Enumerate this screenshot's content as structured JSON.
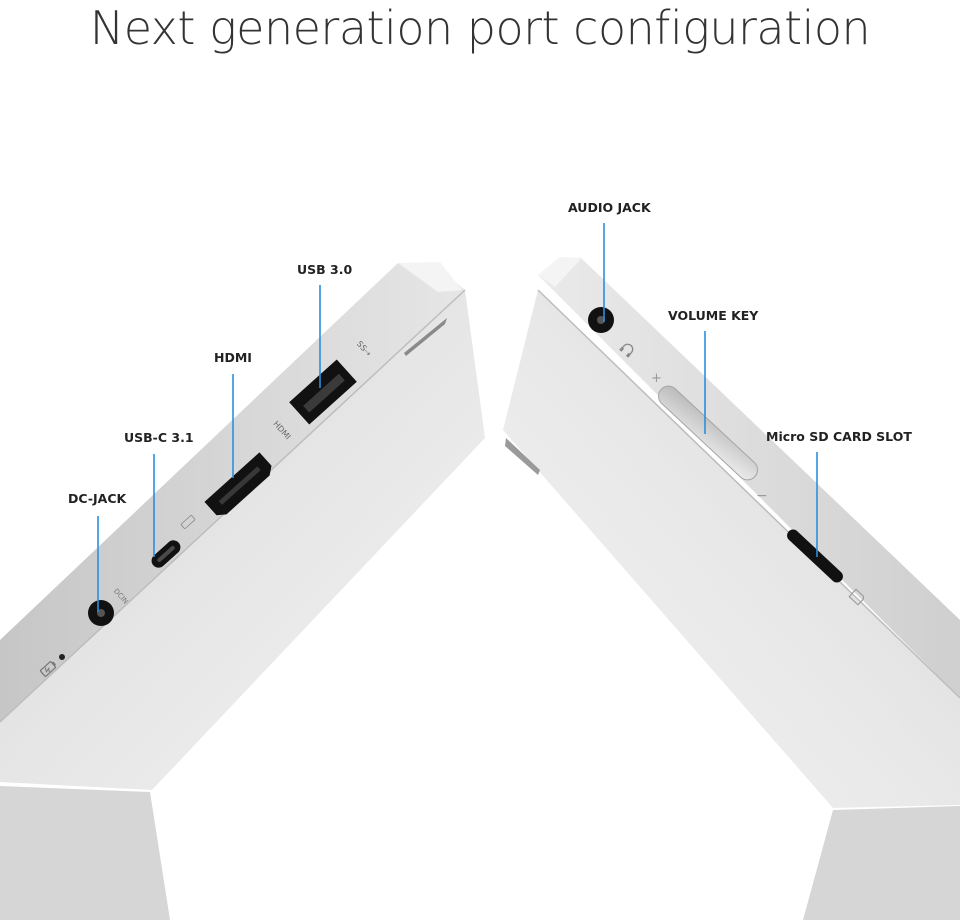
{
  "headline": "Next generation port configuration",
  "callouts": {
    "dc_jack": "DC-JACK",
    "usb_c": "USB-C 3.1",
    "hdmi": "HDMI",
    "usb3": "USB 3.0",
    "audio_jack": "AUDIO JACK",
    "volume_key": "VOLUME KEY",
    "micro_sd": "Micro SD CARD SLOT"
  },
  "port_markings": {
    "hdmi": "HDMI",
    "dcin": "DCIN"
  },
  "colors": {
    "callout_line": "#2b8fe0",
    "body_silver": "#e4e4e4",
    "port_black": "#141414"
  },
  "icons": [
    "battery-icon",
    "superspeed-usb-icon",
    "headphone-icon",
    "sd-card-icon",
    "plus-icon",
    "minus-icon"
  ]
}
